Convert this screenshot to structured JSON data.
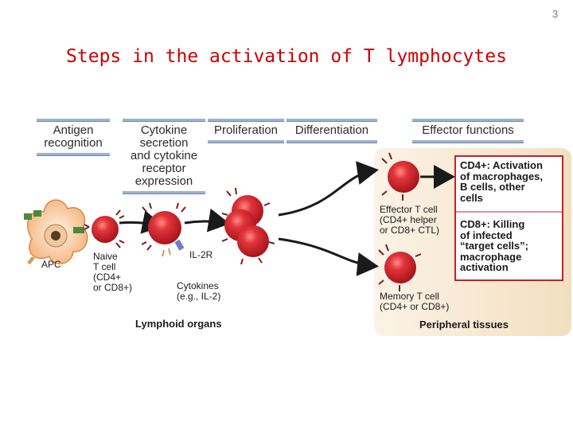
{
  "slide_number": "3",
  "title": "Steps in the activation of T lymphocytes",
  "stages": {
    "antigen_recognition": [
      "Antigen",
      "recognition"
    ],
    "cytokine_secretion": [
      "Cytokine",
      "secretion",
      "and cytokine",
      "receptor",
      "expression"
    ],
    "proliferation": [
      "Proliferation"
    ],
    "differentiation": [
      "Differentiation"
    ],
    "effector_functions": [
      "Effector functions"
    ]
  },
  "labels": {
    "apc": "APC",
    "naive_t_cell": [
      "Naive",
      "T cell",
      "(CD4+",
      "or CD8+)"
    ],
    "il2r": "IL-2R",
    "cytokines": [
      "Cytokines",
      "(e.g., IL-2)"
    ],
    "lymphoid_organs": "Lymphoid organs",
    "effector_t_cell": [
      "Effector T cell",
      "(CD4+ helper",
      "or CD8+ CTL)"
    ],
    "memory_t_cell": [
      "Memory T cell",
      "(CD4+ or CD8+)"
    ],
    "peripheral_tissues": "Peripheral tissues"
  },
  "effector_box": {
    "cd4": [
      "CD4+: Activation",
      "of macrophages,",
      "B cells, other",
      "cells"
    ],
    "cd8": [
      "CD8+: Killing",
      "of infected",
      "“target cells”;",
      "macrophage",
      "activation"
    ]
  },
  "colors": {
    "title": "#cc0000",
    "stage_bar": "#9db4cf",
    "cell_red": "#d3262c",
    "peripheral_bg": "#f6e6cd",
    "box_border": "#c8202a"
  }
}
